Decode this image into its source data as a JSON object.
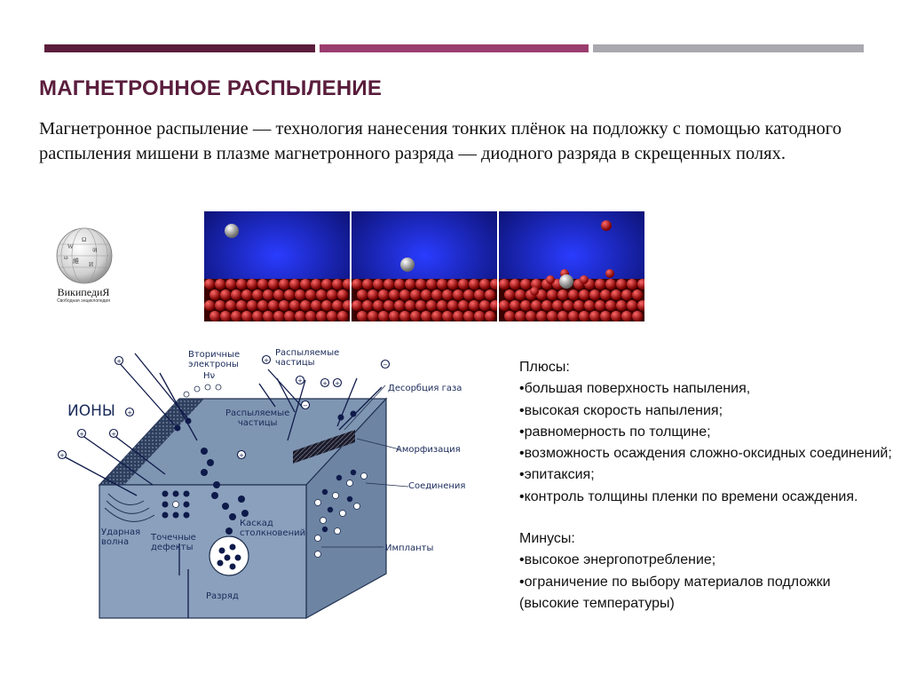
{
  "slide": {
    "title": "МАГНЕТРОННОЕ РАСПЫЛЕНИЕ",
    "intro": "Магнетронное распыление — технология нанесения тонких плёнок на подложку с помощью катодного распыления мишени в плазме магнетронного разряда — диодного разряда в скрещенных полях.",
    "accent_colors": [
      "#5a1d3c",
      "#9a3d6e",
      "#a8a8ae"
    ]
  },
  "wikipedia": {
    "name": "ВикипедиЯ",
    "tagline": "Свободная энциклопедия"
  },
  "diagram": {
    "labels": {
      "ions": "ИОНЫ",
      "secondary_electrons": "Вторичные\nэлектроны",
      "hv": "Hν",
      "sputtered_particles_top": "Распыляемые\nчастицы",
      "sputtered_particles_mid": "Распыляемые\nчастицы",
      "gas_desorption": "Десорбция газа",
      "amorphization": "Аморфизация",
      "compounds": "Соединения",
      "implants": "Импланты",
      "collision_cascade": "Каскад\nстолкновений",
      "shock_wave": "Ударная\nволна",
      "point_defects": "Точечные\nдефекты",
      "discharge": "Разряд"
    }
  },
  "pros": {
    "heading": "Плюсы:",
    "items": [
      "•большая поверхность напыления,",
      "•высокая скорость напыления;",
      "•равномерность по толщине;",
      "•возможность осаждения сложно-оксидных соединений;",
      "•эпитаксия;",
      "•контроль толщины пленки по времени осаждения."
    ]
  },
  "cons": {
    "heading": "Минусы:",
    "items": [
      "•высокое энергопотребление;",
      "•ограничение по выбору материалов подложки (высокие температуры)"
    ]
  }
}
